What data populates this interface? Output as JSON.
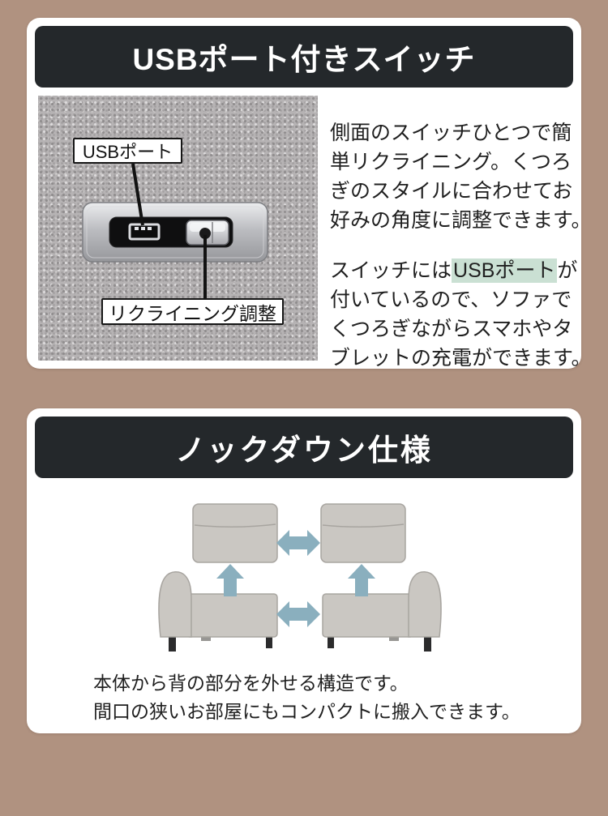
{
  "page": {
    "background_color": "#b09280",
    "card_color": "#ffffff",
    "banner_color": "#24282b",
    "text_color": "#1f1f1f"
  },
  "usb_section": {
    "title": "USBポート付きスイッチ",
    "photo_labels": {
      "usb_port": "USBポート",
      "recline": "リクライニング調整"
    },
    "paragraph1_lines": [
      "側面のスイッチひとつで簡",
      "単リクライニング。くつろ",
      "ぎのスタイルに合わせてお",
      "好みの角度に調整できます。"
    ],
    "paragraph2_line1_before": "スイッチには",
    "paragraph2_line1_highlight": "USBポート",
    "paragraph2_line1_after": "が",
    "paragraph2_lines_rest": [
      "付いているので、ソファで",
      "くつろぎながらスマホやタ",
      "ブレットの充電ができます。"
    ],
    "highlight_color": "#cae0d3"
  },
  "knockdown_section": {
    "title": "ノックダウン仕様",
    "caption_lines": [
      "本体から背の部分を外せる構造です。",
      "間口の狭いお部屋にもコンパクトに搬入できます。"
    ],
    "arrow_color": "#8aafbe",
    "sofa_color": "#cac7c2"
  }
}
